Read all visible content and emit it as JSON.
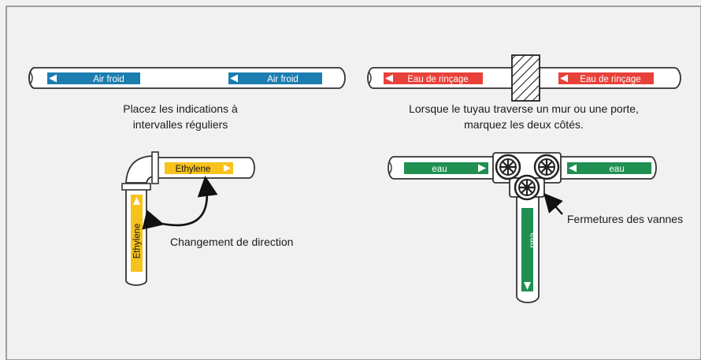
{
  "colors": {
    "background": "#f1f1f1",
    "frame": "#666666",
    "pipe_fill": "#ffffff",
    "pipe_outline": "#333333",
    "air": "#1b7db0",
    "rinse": "#e8413a",
    "ethylene": "#f7c21c",
    "water": "#1f8f52",
    "wall_hatch": "#222222"
  },
  "markers": {
    "air_1": "Air froid",
    "air_2": "Air froid",
    "rinse_1": "Eau de rinçage",
    "rinse_2": "Eau de rinçage",
    "ethylene_h": "Ethylene",
    "ethylene_v": "Ethylene",
    "water_left": "eau",
    "water_right": "eau",
    "water_down": "eau"
  },
  "captions": {
    "regular_line1": "Placez les indications à",
    "regular_line2": "intervalles réguliers",
    "wall_line1": "Lorsque le tuyau traverse un mur ou une porte,",
    "wall_line2": "marquez les deux côtés."
  },
  "callouts": {
    "direction_change": "Changement de direction",
    "valves": "Fermetures des vannes"
  },
  "icons": {
    "arrows": "arrow-icon",
    "valve": "valve-handwheel-icon",
    "wall": "hatched-wall-icon",
    "elbow": "pipe-elbow-icon"
  }
}
